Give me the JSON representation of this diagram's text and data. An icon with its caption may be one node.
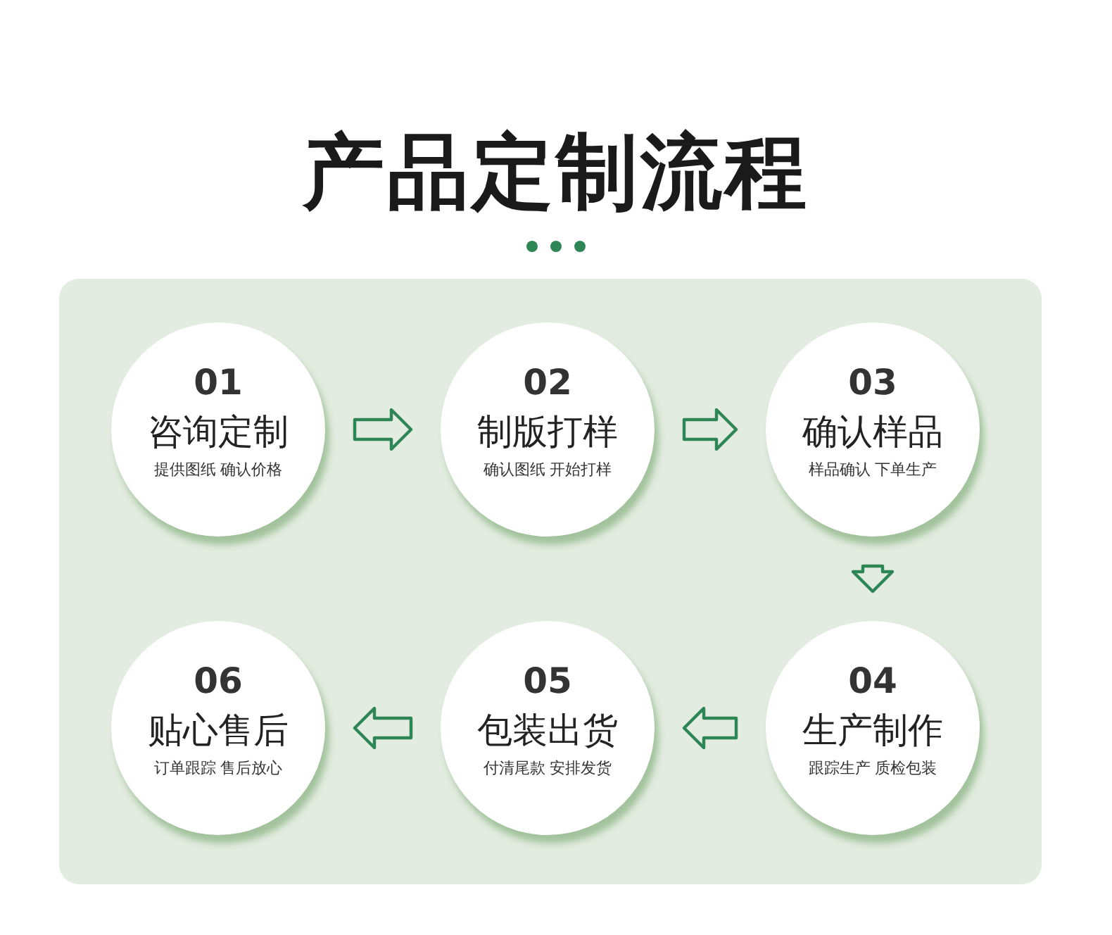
{
  "diagram": {
    "title": "产品定制流程",
    "nodes": [
      {
        "text": [
          "01",
          "咨询定制",
          "提供图纸 确认价格"
        ]
      },
      {
        "text": [
          "02",
          "制版打样",
          "确认图纸 开始打样"
        ]
      },
      {
        "text": [
          "03",
          "确认样品",
          "样品确认 下单生产"
        ]
      },
      {
        "text": [
          "04",
          "生产制作",
          "跟踪生产 质检包装"
        ]
      },
      {
        "text": [
          "05",
          "包装出货",
          "付清尾款 安排发货"
        ]
      },
      {
        "text": [
          "06",
          "贴心售后",
          "订单跟踪 售后放心"
        ]
      }
    ],
    "edges": [
      {
        "from": 0,
        "to": 1,
        "arrow": "to"
      },
      {
        "from": 1,
        "to": 2,
        "arrow": "to"
      },
      {
        "from": 2,
        "to": 3,
        "arrow": "to"
      },
      {
        "from": 3,
        "to": 4,
        "arrow": "to"
      },
      {
        "from": 4,
        "to": 5,
        "arrow": "to"
      }
    ]
  }
}
